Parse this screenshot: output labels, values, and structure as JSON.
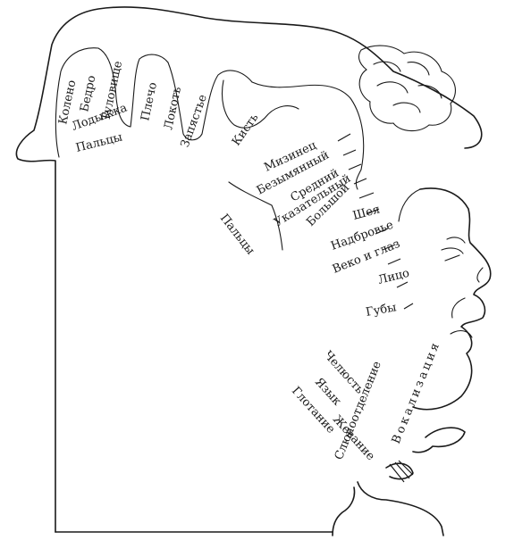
{
  "labels": {
    "knee": "Колено",
    "hip": "Бедро",
    "trunk": "Туловище",
    "ankle": "Лодыжка",
    "toes": "Пальцы",
    "shoulder": "Плечо",
    "elbow": "Локоть",
    "wrist": "Запястье",
    "hand": "Кисть",
    "little_finger": "Мизинец",
    "ring_finger": "Безымянный",
    "middle_finger": "Средний",
    "index_finger": "Указательный",
    "thumb": "Большой",
    "fingers": "Пальцы",
    "neck": "Шея",
    "brow": "Надбровье",
    "eyelid_eye": "Веко и глаз",
    "face": "Лицо",
    "lips": "Губы",
    "jaw": "Челюсть",
    "tongue": "Язык",
    "swallowing": "Глотание",
    "chewing": "Жевание",
    "salivation": "Слюноотделение",
    "vocalization": "Вокализация"
  },
  "colors": {
    "ink": "#1a1a1a",
    "background": "#ffffff"
  }
}
